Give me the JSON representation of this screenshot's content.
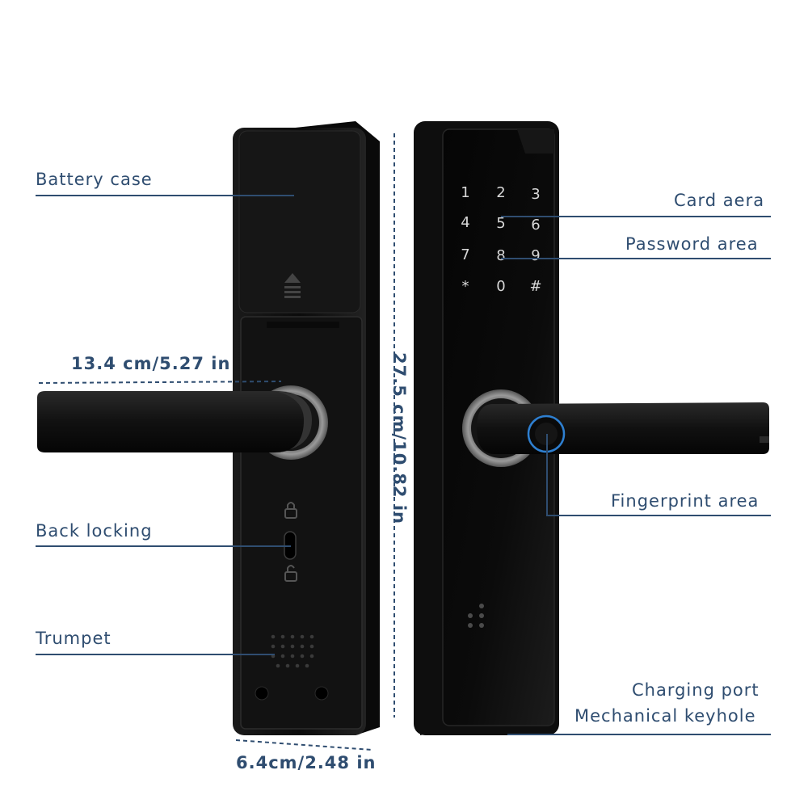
{
  "labels": {
    "battery_case": "Battery case",
    "card_area": "Card aera",
    "password_area": "Password area",
    "width_dim": "13.4 cm/5.27 in",
    "height_dim": "27.5 cm/10.82 in",
    "back_locking": "Back locking",
    "fingerprint_area": "Fingerprint area",
    "trumpet": "Trumpet",
    "charging_port": "Charging port",
    "mechanical_keyhole": "Mechanical keyhole",
    "depth_dim": "6.4cm/2.48 in"
  },
  "keypad": [
    "1",
    "2",
    "3",
    "4",
    "5",
    "6",
    "7",
    "8",
    "9",
    "*",
    "0",
    "#"
  ],
  "colors": {
    "label": "#2f4d70",
    "body": "#111111",
    "ring": "#8a8a8a",
    "fingerprint": "#2e7fd0"
  }
}
